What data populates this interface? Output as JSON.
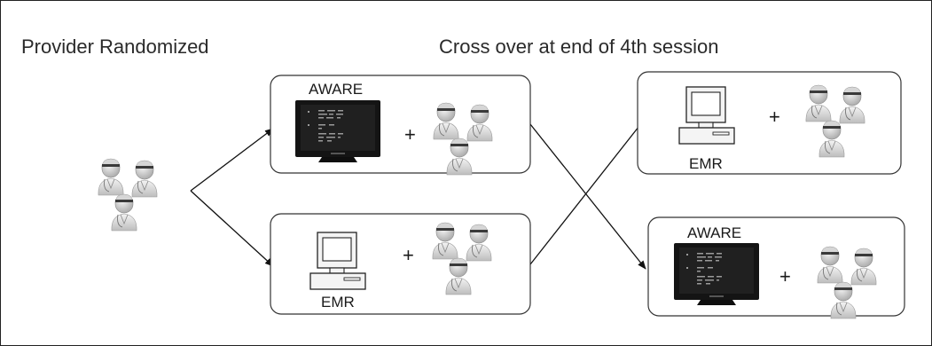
{
  "title_left": "Provider Randomized",
  "title_right": "Cross over at end of 4th session",
  "boxes": {
    "top_left": {
      "label": "AWARE",
      "operator": "+"
    },
    "bottom_left": {
      "label": "EMR",
      "operator": "+"
    },
    "top_right": {
      "label": "EMR",
      "operator": "+"
    },
    "bottom_right": {
      "label": "AWARE",
      "operator": "+"
    }
  },
  "colors": {
    "line": "#111111",
    "box_border": "#333333",
    "monitor": "#1a1a1a"
  }
}
